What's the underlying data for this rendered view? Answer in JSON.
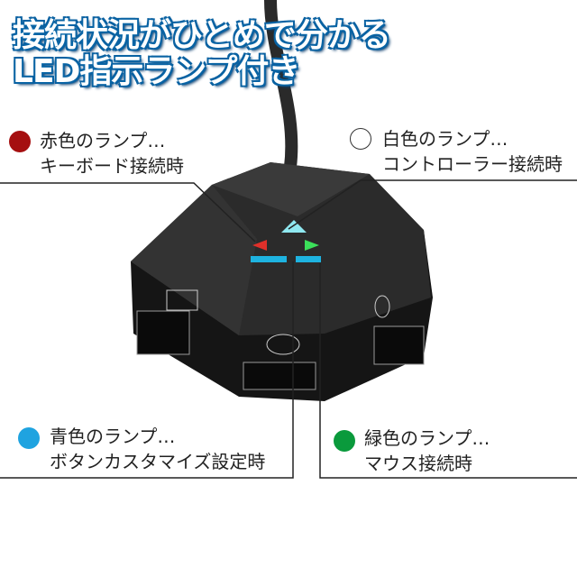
{
  "title": {
    "line1": "接続状況がひとめで分かる",
    "line2": "LED指示ランプ付き"
  },
  "callouts": [
    {
      "color": "#a50f10",
      "line1": "赤色のランプ…",
      "line2": "キーボード接続時"
    },
    {
      "color": "#ffffff",
      "line1": "白色のランプ…",
      "line2": "コントローラー接続時"
    },
    {
      "color": "#1fa3e0",
      "line1": "青色のランプ…",
      "line2": "ボタンカスタマイズ設定時"
    },
    {
      "color": "#0a9a3c",
      "line1": "緑色のランプ…",
      "line2": "マウス接続時"
    }
  ]
}
